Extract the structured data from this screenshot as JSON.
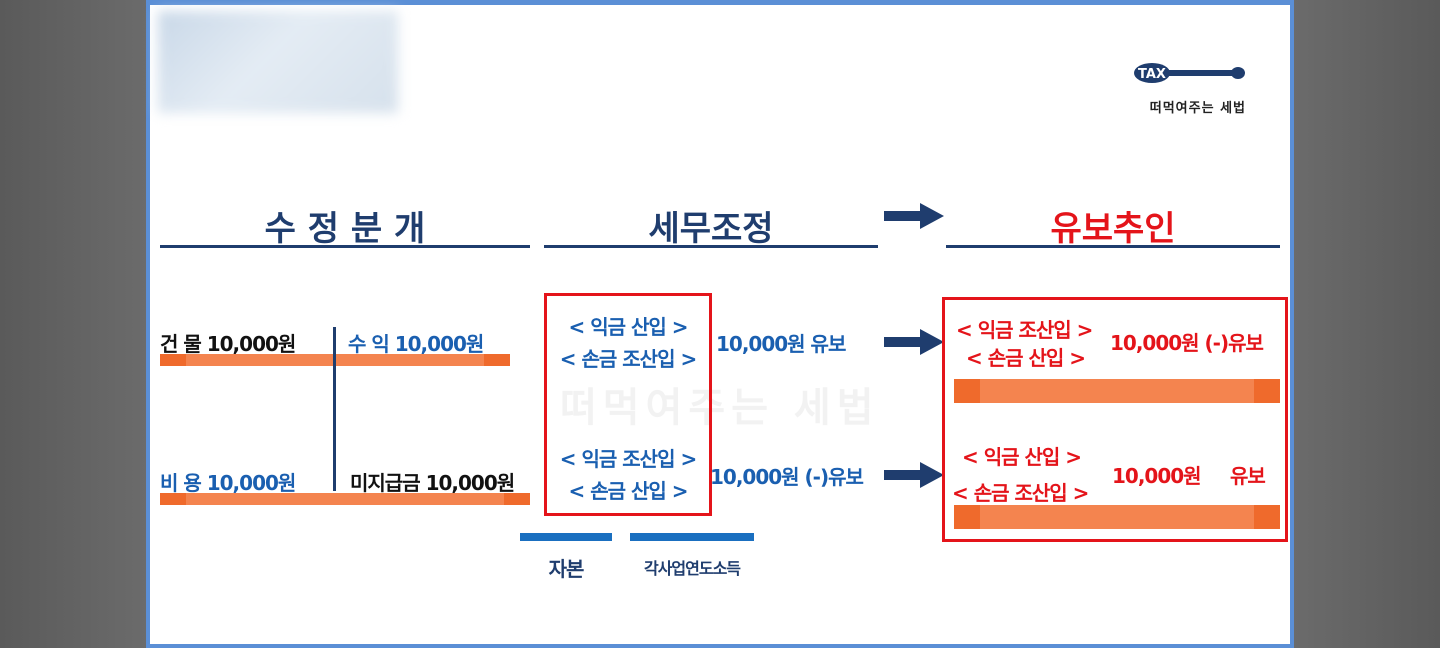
{
  "header": {
    "col1": "수 정 분 개",
    "col2": "세무조정",
    "col3": "유보추인"
  },
  "logo": {
    "mark": "TAX",
    "subtitle": "떠먹여주는 세법"
  },
  "watermark": "떠먹여주는 세법",
  "journal": {
    "row1_left": "건  물 10,000원",
    "row1_right": "수  익 10,000원",
    "row2_left": "비  용 10,000원",
    "row2_right": "미지급금 10,000원"
  },
  "adjust": {
    "box_top_1": "< 익금 산입 >",
    "box_top_2": "< 손금 조산입 >",
    "box_bot_1": "< 익금 조산입 >",
    "box_bot_2": "< 손금 산입 >",
    "top_amount": "10,000원  유보",
    "bot_amount": "10,000원 (-)유보"
  },
  "reversal": {
    "top_1": "< 익금 조산입 >",
    "top_2": "< 손금 산입 >",
    "top_amount": "10,000원 (-)유보",
    "bot_1": "< 익금 산입 >",
    "bot_2": "< 손금 조산입 >",
    "bot_amount": "10,000원",
    "bot_type": "유보"
  },
  "legend": {
    "capital": "자본",
    "income": "각사업연도소득"
  },
  "colors": {
    "navy": "#1f3d6e",
    "blue": "#1a5fb0",
    "red": "#e4141a",
    "orange": "#f4844f"
  }
}
